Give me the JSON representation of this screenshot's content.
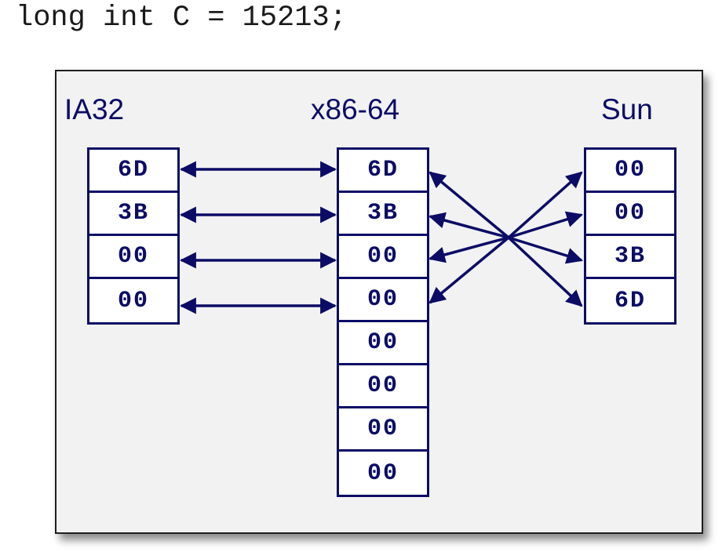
{
  "code_line": "long int C = 15213;",
  "architectures": {
    "ia32": {
      "label": "IA32",
      "bytes": [
        "6D",
        "3B",
        "00",
        "00"
      ]
    },
    "x86_64": {
      "label": "x86-64",
      "bytes": [
        "6D",
        "3B",
        "00",
        "00",
        "00",
        "00",
        "00",
        "00"
      ]
    },
    "sun": {
      "label": "Sun",
      "bytes": [
        "00",
        "00",
        "3B",
        "6D"
      ]
    }
  },
  "colors": {
    "ink": "#0c0c66",
    "panel_bg": "#f2f2f2"
  }
}
